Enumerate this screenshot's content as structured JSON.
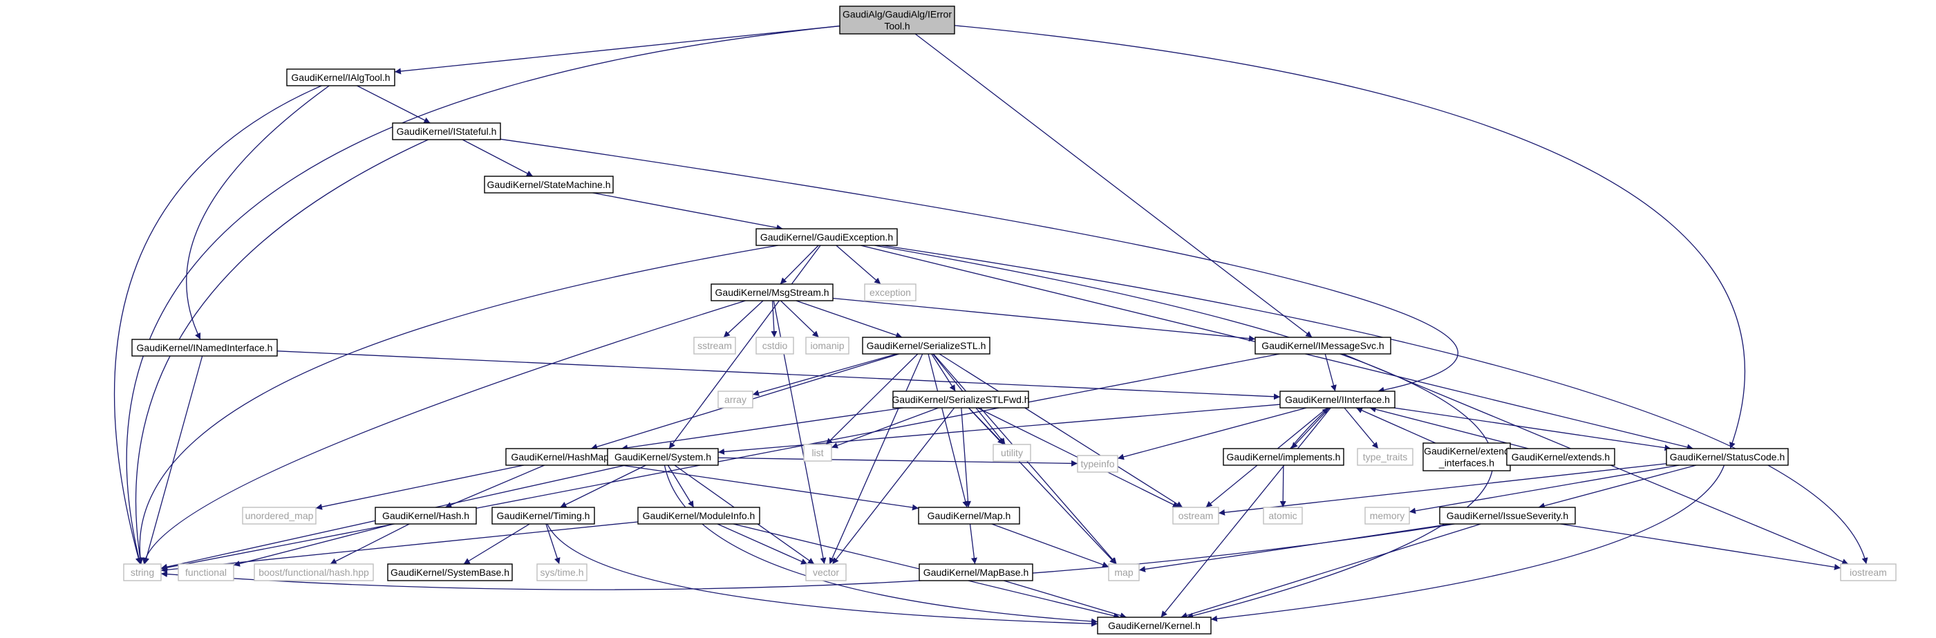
{
  "colors": {
    "edge": "#191970",
    "root_fill": "#bfbfbf",
    "system_header_border": "#bfbfbf"
  },
  "nodes": [
    {
      "id": "ierrortool",
      "lines": [
        "GaudiAlg/GaudiAlg/IError",
        "Tool.h"
      ],
      "kind": "root"
    },
    {
      "id": "ialgtool",
      "lines": [
        "GaudiKernel/IAlgTool.h"
      ],
      "kind": "header"
    },
    {
      "id": "istateful",
      "lines": [
        "GaudiKernel/IStateful.h"
      ],
      "kind": "header"
    },
    {
      "id": "statemachine",
      "lines": [
        "GaudiKernel/StateMachine.h"
      ],
      "kind": "header"
    },
    {
      "id": "gaudiexception",
      "lines": [
        "GaudiKernel/GaudiException.h"
      ],
      "kind": "header"
    },
    {
      "id": "exception",
      "lines": [
        "exception"
      ],
      "kind": "system"
    },
    {
      "id": "msgstream",
      "lines": [
        "GaudiKernel/MsgStream.h"
      ],
      "kind": "header"
    },
    {
      "id": "sstream",
      "lines": [
        "sstream"
      ],
      "kind": "system"
    },
    {
      "id": "cstdio",
      "lines": [
        "cstdio"
      ],
      "kind": "system"
    },
    {
      "id": "iomanip",
      "lines": [
        "iomanip"
      ],
      "kind": "system"
    },
    {
      "id": "serializestl",
      "lines": [
        "GaudiKernel/SerializeSTL.h"
      ],
      "kind": "header"
    },
    {
      "id": "imessagesvc",
      "lines": [
        "GaudiKernel/IMessageSvc.h"
      ],
      "kind": "header"
    },
    {
      "id": "inamedinterface",
      "lines": [
        "GaudiKernel/INamedInterface.h"
      ],
      "kind": "header"
    },
    {
      "id": "array",
      "lines": [
        "array"
      ],
      "kind": "system"
    },
    {
      "id": "serializestlfwd",
      "lines": [
        "GaudiKernel/SerializeSTLFwd.h"
      ],
      "kind": "header"
    },
    {
      "id": "iinterface",
      "lines": [
        "GaudiKernel/IInterface.h"
      ],
      "kind": "header"
    },
    {
      "id": "list",
      "lines": [
        "list"
      ],
      "kind": "system"
    },
    {
      "id": "utility",
      "lines": [
        "utility"
      ],
      "kind": "system"
    },
    {
      "id": "hashmap",
      "lines": [
        "GaudiKernel/HashMap.h"
      ],
      "kind": "header"
    },
    {
      "id": "system",
      "lines": [
        "GaudiKernel/System.h"
      ],
      "kind": "header"
    },
    {
      "id": "implements",
      "lines": [
        "GaudiKernel/implements.h"
      ],
      "kind": "header"
    },
    {
      "id": "type_traits",
      "lines": [
        "type_traits"
      ],
      "kind": "system"
    },
    {
      "id": "extend_interfaces",
      "lines": [
        "GaudiKernel/extend",
        "_interfaces.h"
      ],
      "kind": "header"
    },
    {
      "id": "extends",
      "lines": [
        "GaudiKernel/extends.h"
      ],
      "kind": "header"
    },
    {
      "id": "statuscode",
      "lines": [
        "GaudiKernel/StatusCode.h"
      ],
      "kind": "header"
    },
    {
      "id": "unordered_map",
      "lines": [
        "unordered_map"
      ],
      "kind": "system"
    },
    {
      "id": "hash",
      "lines": [
        "GaudiKernel/Hash.h"
      ],
      "kind": "header"
    },
    {
      "id": "timing",
      "lines": [
        "GaudiKernel/Timing.h"
      ],
      "kind": "header"
    },
    {
      "id": "moduleinfo",
      "lines": [
        "GaudiKernel/ModuleInfo.h"
      ],
      "kind": "header"
    },
    {
      "id": "typeinfo",
      "lines": [
        "typeinfo"
      ],
      "kind": "system"
    },
    {
      "id": "map_h",
      "lines": [
        "GaudiKernel/Map.h"
      ],
      "kind": "header"
    },
    {
      "id": "ostream",
      "lines": [
        "ostream"
      ],
      "kind": "system"
    },
    {
      "id": "atomic",
      "lines": [
        "atomic"
      ],
      "kind": "system"
    },
    {
      "id": "memory",
      "lines": [
        "memory"
      ],
      "kind": "system"
    },
    {
      "id": "issueseverity",
      "lines": [
        "GaudiKernel/IssueSeverity.h"
      ],
      "kind": "header"
    },
    {
      "id": "string",
      "lines": [
        "string"
      ],
      "kind": "system"
    },
    {
      "id": "functional",
      "lines": [
        "functional"
      ],
      "kind": "system"
    },
    {
      "id": "boosthash",
      "lines": [
        "boost/functional/hash.hpp"
      ],
      "kind": "system"
    },
    {
      "id": "systembase",
      "lines": [
        "GaudiKernel/SystemBase.h"
      ],
      "kind": "header"
    },
    {
      "id": "systime",
      "lines": [
        "sys/time.h"
      ],
      "kind": "system"
    },
    {
      "id": "vector",
      "lines": [
        "vector"
      ],
      "kind": "system"
    },
    {
      "id": "mapbase",
      "lines": [
        "GaudiKernel/MapBase.h"
      ],
      "kind": "header"
    },
    {
      "id": "map",
      "lines": [
        "map"
      ],
      "kind": "system"
    },
    {
      "id": "iostream",
      "lines": [
        "iostream"
      ],
      "kind": "system"
    },
    {
      "id": "kernel",
      "lines": [
        "GaudiKernel/Kernel.h"
      ],
      "kind": "header"
    }
  ],
  "edges": [
    [
      "ierrortool",
      "ialgtool"
    ],
    [
      "ierrortool",
      "string"
    ],
    [
      "ierrortool",
      "imessagesvc"
    ],
    [
      "ierrortool",
      "statuscode"
    ],
    [
      "ialgtool",
      "inamedinterface"
    ],
    [
      "ialgtool",
      "istateful"
    ],
    [
      "ialgtool",
      "string"
    ],
    [
      "istateful",
      "statemachine"
    ],
    [
      "istateful",
      "iinterface"
    ],
    [
      "istateful",
      "string"
    ],
    [
      "statemachine",
      "gaudiexception"
    ],
    [
      "gaudiexception",
      "msgstream"
    ],
    [
      "gaudiexception",
      "exception"
    ],
    [
      "gaudiexception",
      "system"
    ],
    [
      "gaudiexception",
      "string"
    ],
    [
      "gaudiexception",
      "statuscode"
    ],
    [
      "gaudiexception",
      "iostream"
    ],
    [
      "gaudiexception",
      "kernel"
    ],
    [
      "msgstream",
      "imessagesvc"
    ],
    [
      "msgstream",
      "serializestl"
    ],
    [
      "msgstream",
      "sstream"
    ],
    [
      "msgstream",
      "cstdio"
    ],
    [
      "msgstream",
      "iomanip"
    ],
    [
      "msgstream",
      "string"
    ],
    [
      "msgstream",
      "vector"
    ],
    [
      "serializestl",
      "serializestlfwd"
    ],
    [
      "serializestl",
      "array"
    ],
    [
      "serializestl",
      "list"
    ],
    [
      "serializestl",
      "utility"
    ],
    [
      "serializestl",
      "hashmap"
    ],
    [
      "serializestl",
      "map_h"
    ],
    [
      "serializestl",
      "vector"
    ],
    [
      "serializestl",
      "map"
    ],
    [
      "serializestl",
      "ostream"
    ],
    [
      "serializestlfwd",
      "hashmap"
    ],
    [
      "serializestlfwd",
      "list"
    ],
    [
      "serializestlfwd",
      "utility"
    ],
    [
      "serializestlfwd",
      "map_h"
    ],
    [
      "serializestlfwd",
      "vector"
    ],
    [
      "serializestlfwd",
      "map"
    ],
    [
      "serializestlfwd",
      "ostream"
    ],
    [
      "imessagesvc",
      "iinterface"
    ],
    [
      "imessagesvc",
      "string"
    ],
    [
      "imessagesvc",
      "iostream"
    ],
    [
      "inamedinterface",
      "iinterface"
    ],
    [
      "inamedinterface",
      "string"
    ],
    [
      "iinterface",
      "system"
    ],
    [
      "iinterface",
      "implements"
    ],
    [
      "iinterface",
      "type_traits"
    ],
    [
      "iinterface",
      "statuscode"
    ],
    [
      "iinterface",
      "typeinfo"
    ],
    [
      "iinterface",
      "ostream"
    ],
    [
      "iinterface",
      "kernel"
    ],
    [
      "implements",
      "iinterface"
    ],
    [
      "implements",
      "atomic"
    ],
    [
      "extend_interfaces",
      "iinterface"
    ],
    [
      "extends",
      "iinterface"
    ],
    [
      "statuscode",
      "issueseverity"
    ],
    [
      "statuscode",
      "ostream"
    ],
    [
      "statuscode",
      "memory"
    ],
    [
      "statuscode",
      "kernel"
    ],
    [
      "issueseverity",
      "map"
    ],
    [
      "issueseverity",
      "string"
    ],
    [
      "issueseverity",
      "iostream"
    ],
    [
      "issueseverity",
      "kernel"
    ],
    [
      "hashmap",
      "hash"
    ],
    [
      "hashmap",
      "unordered_map"
    ],
    [
      "hashmap",
      "map_h"
    ],
    [
      "hash",
      "functional"
    ],
    [
      "hash",
      "boosthash"
    ],
    [
      "system",
      "moduleinfo"
    ],
    [
      "system",
      "timing"
    ],
    [
      "system",
      "typeinfo"
    ],
    [
      "system",
      "string"
    ],
    [
      "system",
      "vector"
    ],
    [
      "system",
      "kernel"
    ],
    [
      "moduleinfo",
      "string"
    ],
    [
      "moduleinfo",
      "vector"
    ],
    [
      "moduleinfo",
      "kernel"
    ],
    [
      "timing",
      "systembase"
    ],
    [
      "timing",
      "systime"
    ],
    [
      "timing",
      "kernel"
    ],
    [
      "map_h",
      "mapbase"
    ],
    [
      "map_h",
      "map"
    ],
    [
      "mapbase",
      "kernel"
    ]
  ]
}
